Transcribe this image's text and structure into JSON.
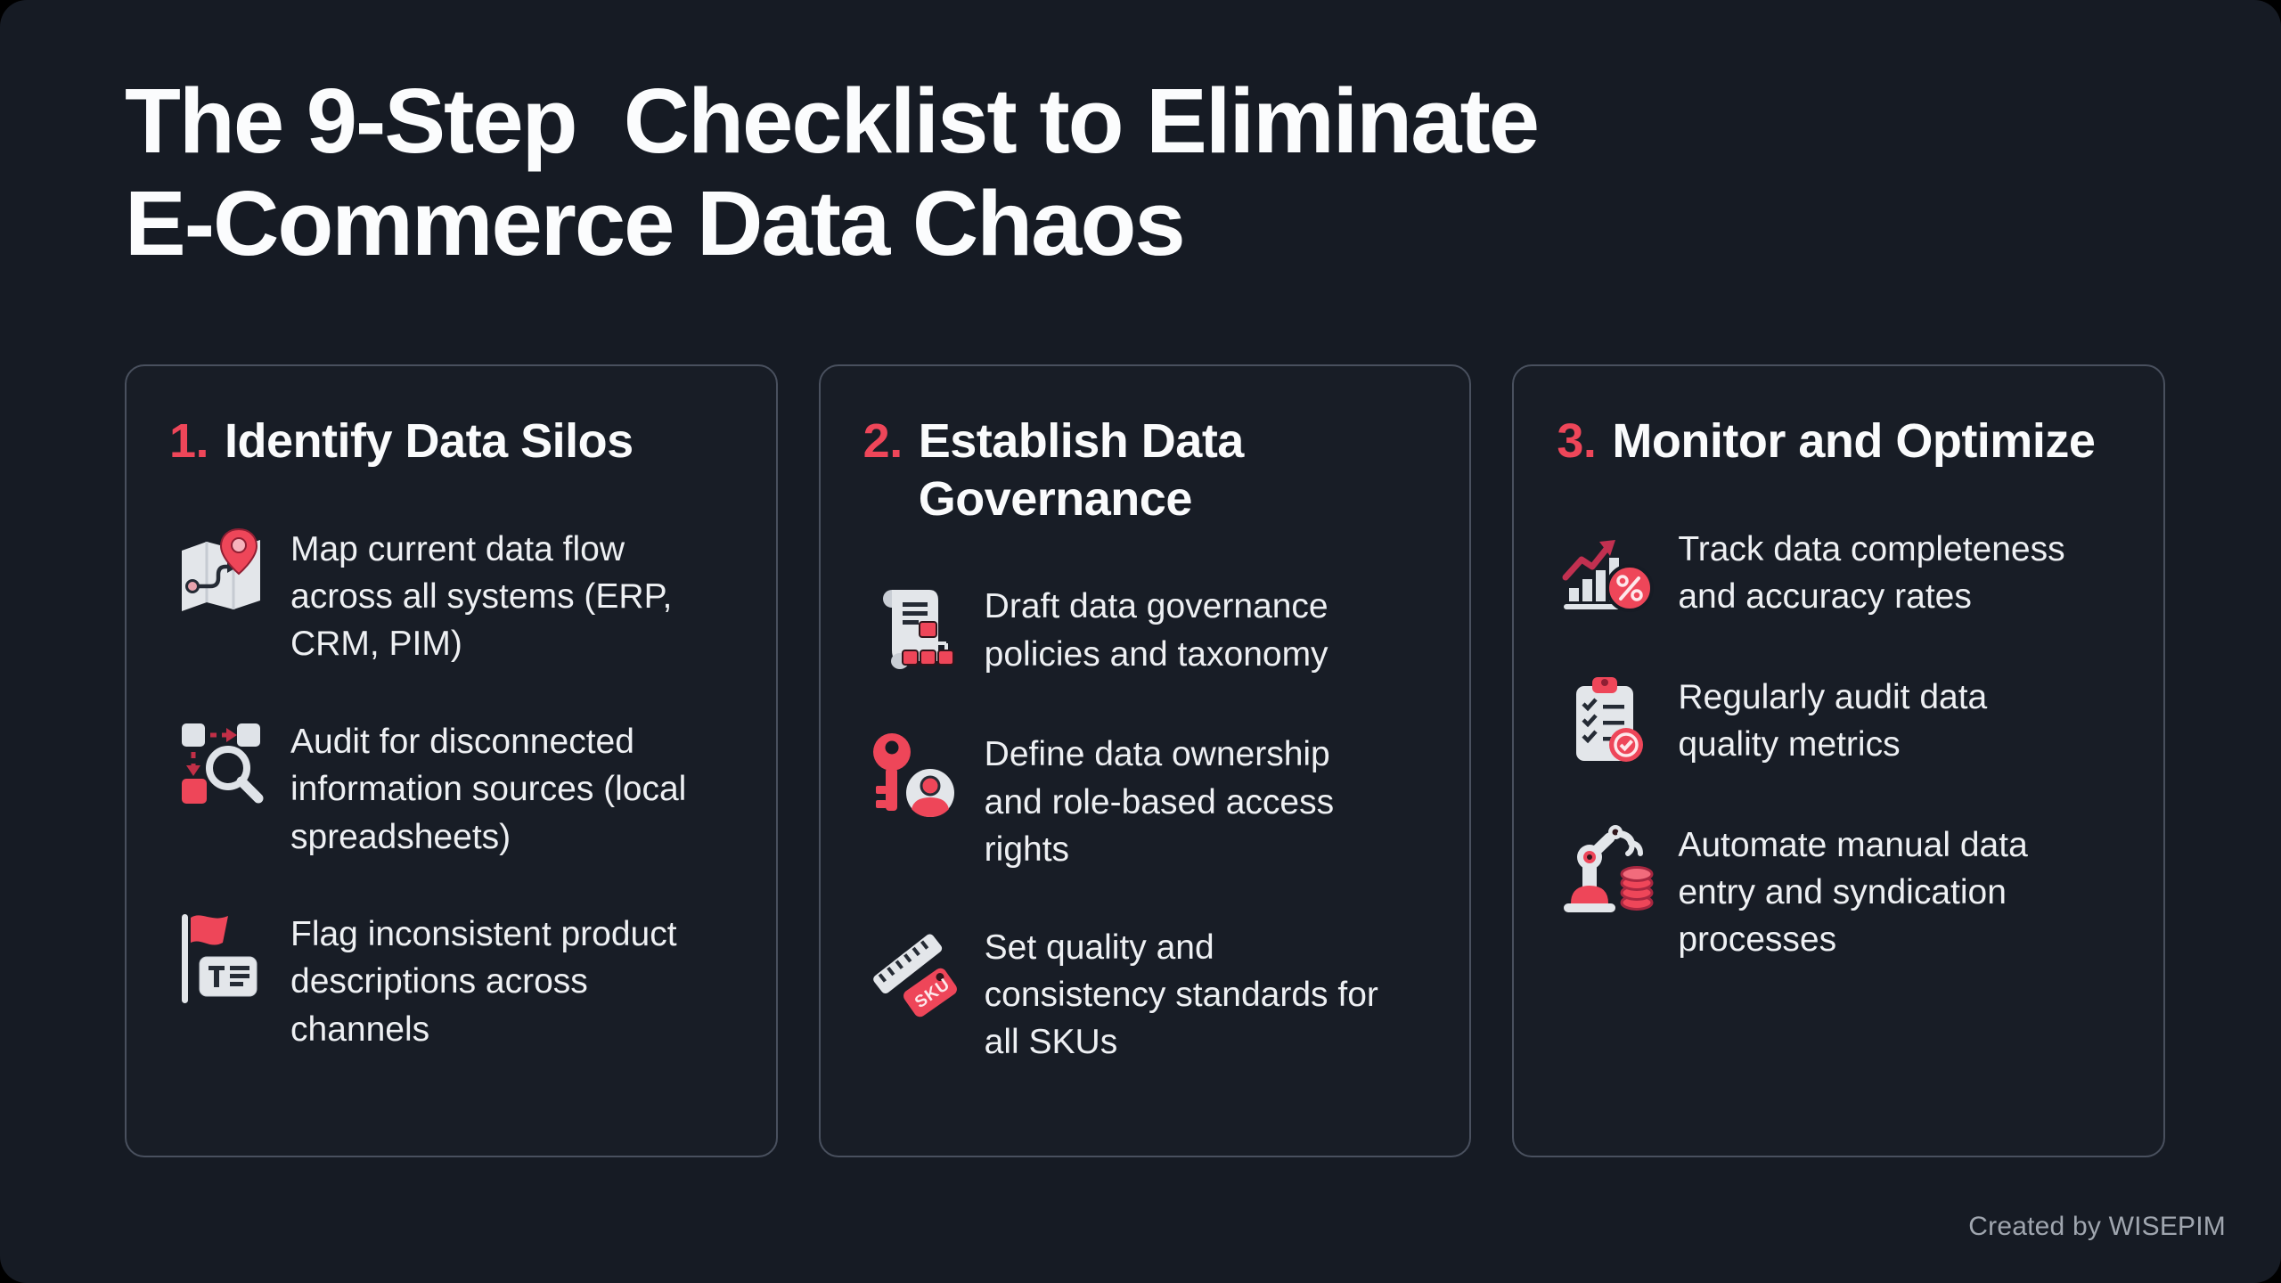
{
  "page": {
    "title_line1": "The 9-Step  Checklist to Eliminate",
    "title_line2": "E-Commerce Data Chaos",
    "footer": "Created by WISEPIM"
  },
  "colors": {
    "background": "#161B24",
    "card_border": "#49505E",
    "accent_red": "#EE4659",
    "dark_red": "#C13050",
    "icon_gray": "#E3E6EA",
    "text_primary": "#F4F5F7",
    "text_muted": "#A0A6AF"
  },
  "cards": [
    {
      "number": "1.",
      "title": "Identify Data Silos",
      "items": [
        {
          "icon": "map-icon",
          "text": "Map current data flow across all systems (ERP, CRM, PIM)"
        },
        {
          "icon": "audit-icon",
          "text": "Audit for disconnected information sources (local spreadsheets)"
        },
        {
          "icon": "flag-icon",
          "text": "Flag inconsistent product descriptions across channels"
        }
      ]
    },
    {
      "number": "2.",
      "title": "Establish Data Governance",
      "items": [
        {
          "icon": "scroll-taxonomy-icon",
          "text": "Draft data governance policies and taxonomy"
        },
        {
          "icon": "key-access-icon",
          "text": "Define data ownership and role-based access rights"
        },
        {
          "icon": "ruler-sku-icon",
          "text": "Set quality and consistency standards for all SKUs"
        }
      ]
    },
    {
      "number": "3.",
      "title": "Monitor and Optimize",
      "items": [
        {
          "icon": "trend-chart-icon",
          "text": "Track data completeness and accuracy rates"
        },
        {
          "icon": "clipboard-audit-icon",
          "text": "Regularly audit data quality metrics"
        },
        {
          "icon": "robot-arm-icon",
          "text": "Automate manual data entry and syndication processes"
        }
      ]
    }
  ]
}
